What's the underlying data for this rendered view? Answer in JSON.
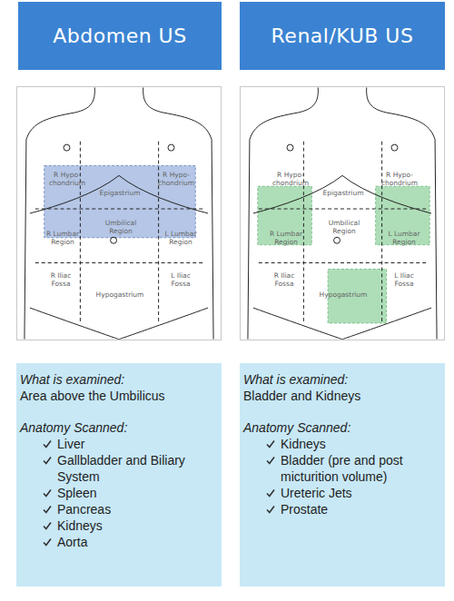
{
  "diagram": {
    "nodes": [
      {
        "text": [
          "Abdomen US"
        ]
      },
      {
        "text": [
          "Renal/KUB US"
        ]
      },
      {
        "text": [
          "What is examined:",
          "Area above the Umbilicus",
          "Anatomy Scanned:",
          "Liver",
          "Gallbladder and Biliary System",
          "Spleen",
          "Pancreas",
          "Kidneys",
          "Aorta"
        ]
      },
      {
        "text": [
          "What is examined:",
          "Bladder and Kidneys",
          "Anatomy Scanned:",
          "Kidneys",
          "Bladder (pre and post micturition volume)",
          "Ureteric Jets",
          "Prostate"
        ]
      }
    ],
    "labels": [
      "R Hypo- chondrium",
      "Epigastrium",
      "R Hypo- chondrium",
      "R Lumbar Region",
      "Umbilical Region",
      "L Lumbar Region",
      "R Iliac Fossa",
      "Hypogastrium",
      "L Iliac Fossa",
      "R Hypo- chondrium",
      "Epigastrium",
      "R Hypo- chondrium",
      "R Lumbar Region",
      "Umbilical Region",
      "L Lumbar Region",
      "R Iliac Fossa",
      "Hypogastrium",
      "L Iliac Fossa"
    ]
  }
}
